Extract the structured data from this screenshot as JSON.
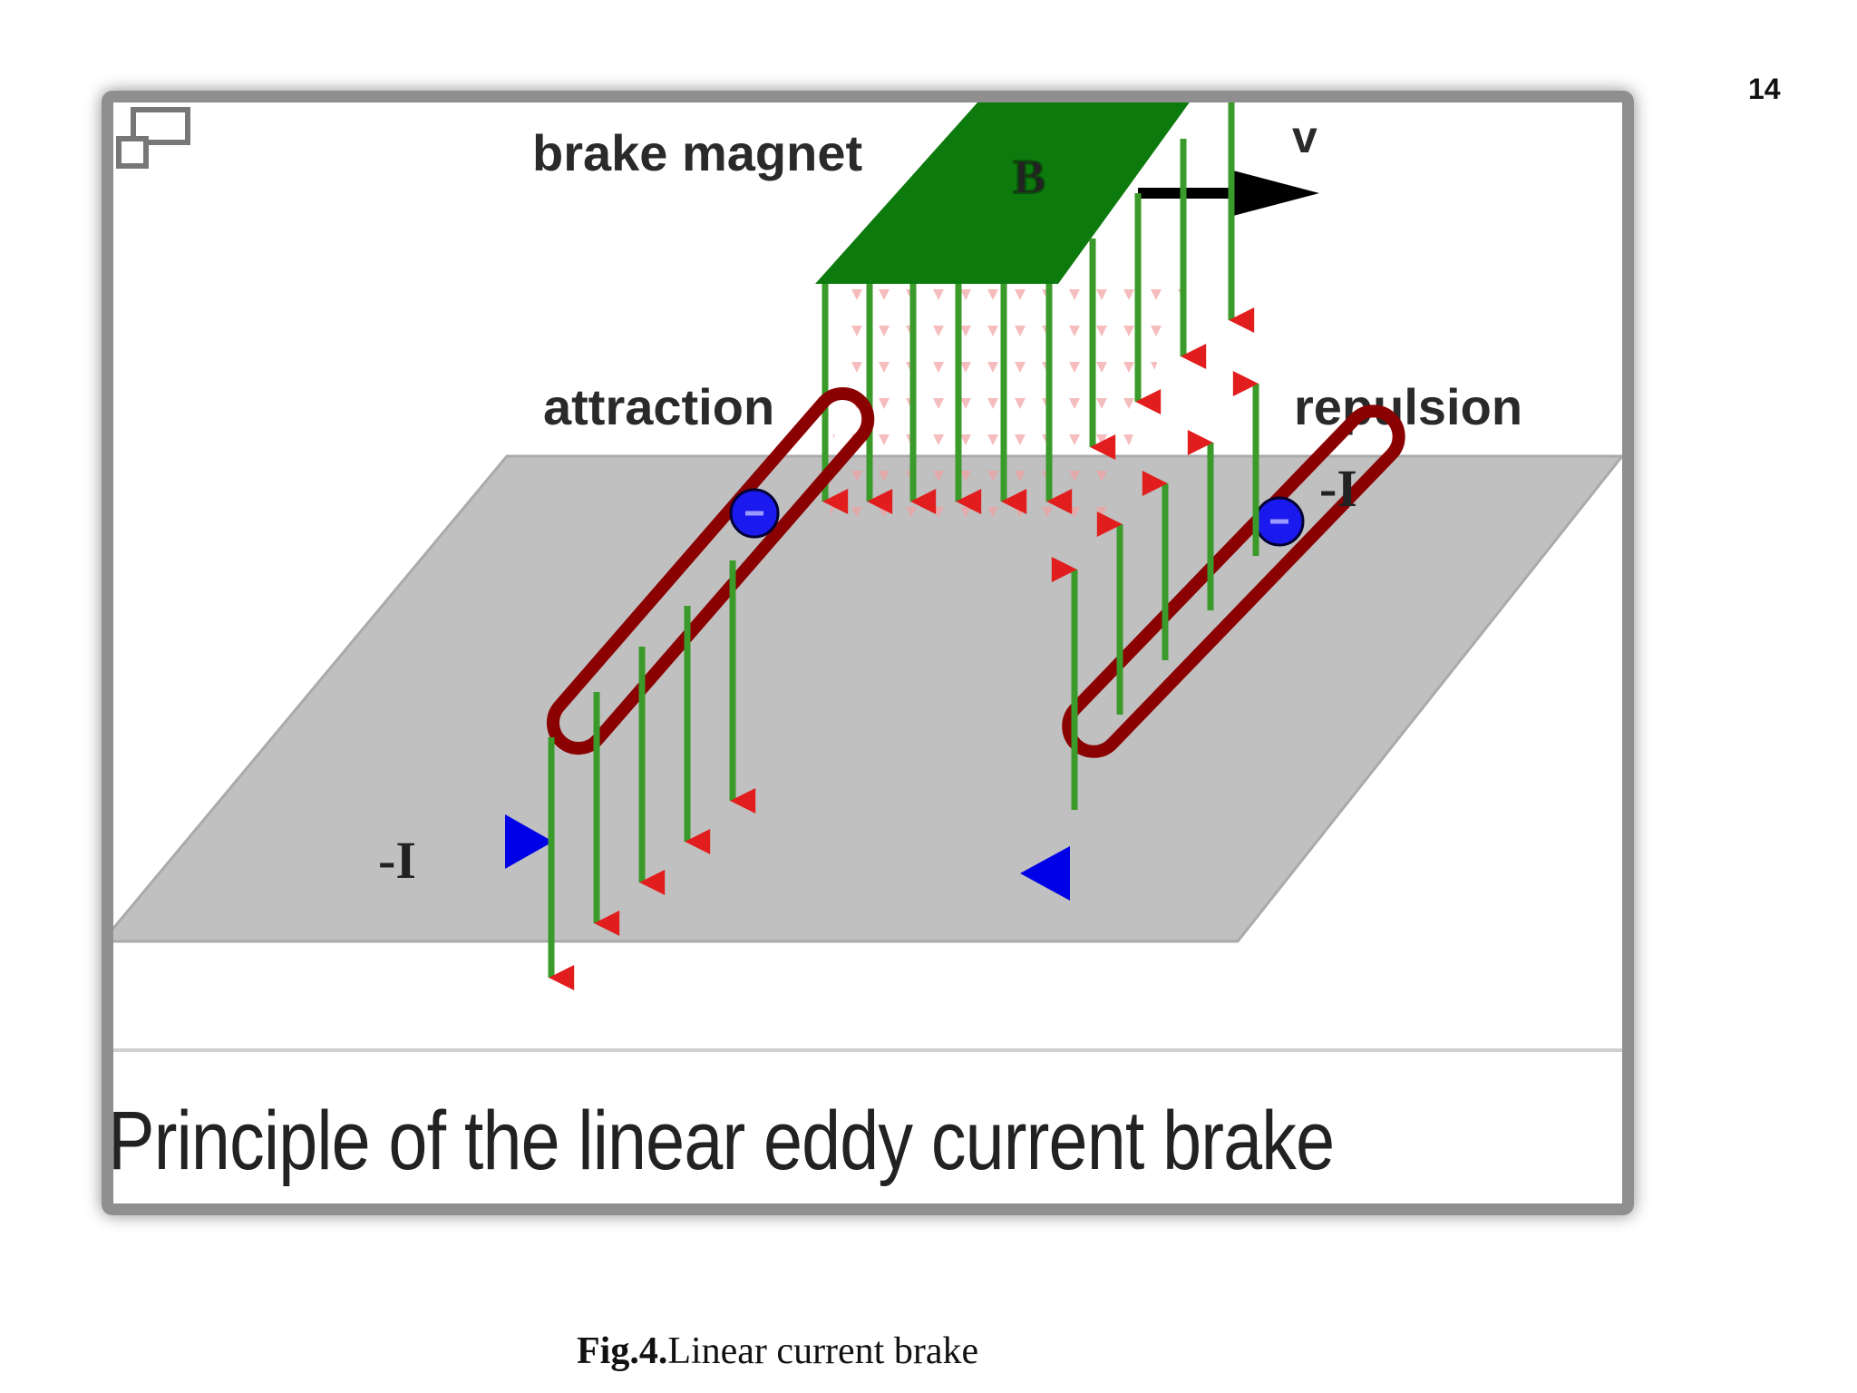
{
  "page_number": "14",
  "diagram": {
    "labels": {
      "brake_magnet": "brake magnet",
      "field": "B",
      "velocity": "v",
      "attraction": "attraction",
      "repulsion": "repulsion",
      "current_left": "-I",
      "current_right": "-I"
    },
    "caption": "Principle of the linear eddy current brake",
    "colors": {
      "magnet": "#0d7a0d",
      "field_line": "#3a9a2a",
      "arrow_head": "#e21d1d",
      "loop": "#8b0000",
      "plate": "#c0c0c0",
      "direction_marker": "#0000e6"
    }
  },
  "figure_caption": {
    "number": "Fig.4.",
    "text": "Linear current brake"
  }
}
